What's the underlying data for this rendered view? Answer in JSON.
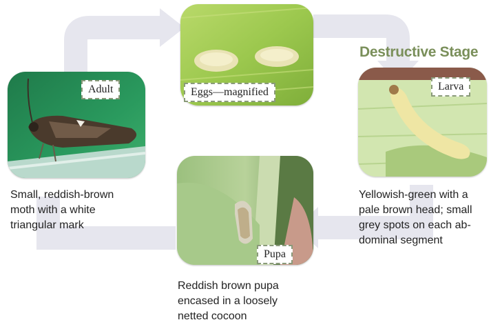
{
  "colors": {
    "cycle_arrow": "#e6e6ee",
    "label_border": "#8a9a7a",
    "stage_title": "#7a8f5a"
  },
  "destructive_stage": "Destructive Stage",
  "stages": {
    "eggs": {
      "label": "Eggs—magnified"
    },
    "adult": {
      "label": "Adult",
      "caption": "Small, reddish-brown\nmoth with a white\ntriangular mark"
    },
    "larva": {
      "label": "Larva",
      "caption": "Yellowish-green with a\npale brown head; small\ngrey spots on each ab-\ndominal segment"
    },
    "pupa": {
      "label": "Pupa",
      "caption": "Reddish brown pupa\nencased in a loosely\nnetted cocoon"
    }
  }
}
